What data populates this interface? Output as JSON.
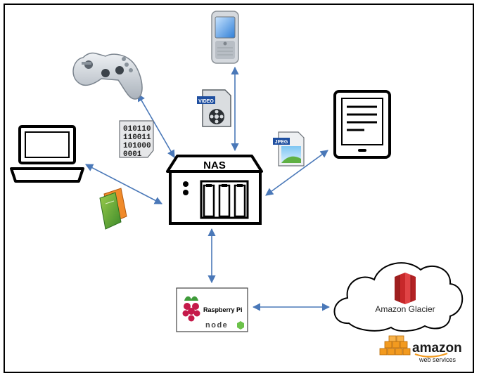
{
  "nas": {
    "label": "NAS"
  },
  "binary_doc": {
    "lines": [
      "010110",
      "110011",
      "101000",
      "0001"
    ]
  },
  "video_file": {
    "badge": "VIDEO"
  },
  "jpeg_file": {
    "badge": "JPEG"
  },
  "raspberry": {
    "title": "Raspberry Pi",
    "node_text": "node"
  },
  "glacier": {
    "label": "Amazon Glacier"
  },
  "aws": {
    "brand": "amazon",
    "sub": "web services"
  },
  "colors": {
    "arrow": "#4a78b8",
    "glacier_red": "#c7282a",
    "aws_orange": "#f29a1f"
  }
}
